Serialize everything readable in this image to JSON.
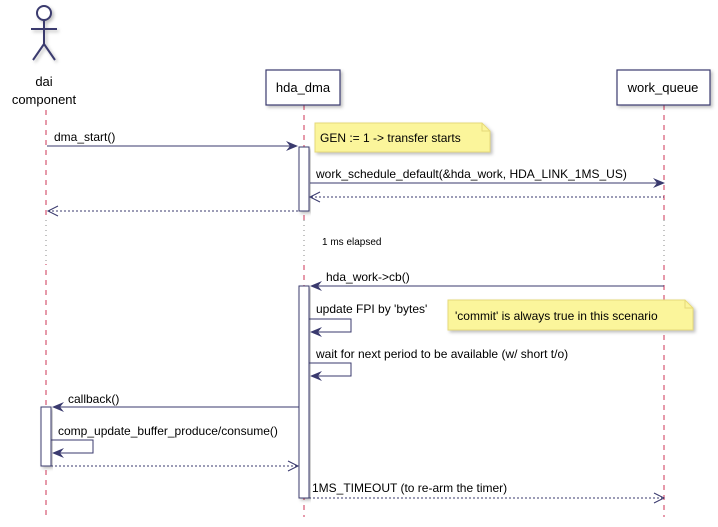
{
  "participants": {
    "dai": {
      "line1": "dai",
      "line2": "component"
    },
    "hda_dma": {
      "label": "hda_dma"
    },
    "work_queue": {
      "label": "work_queue"
    }
  },
  "messages": {
    "dma_start": "dma_start()",
    "work_schedule": "work_schedule_default(&hda_work, HDA_LINK_1MS_US)",
    "hda_work_cb": "hda_work->cb()",
    "update_fpi": "update FPI by 'bytes'",
    "wait_period": "wait for next period to be available (w/ short t/o)",
    "callback": "callback()",
    "comp_update": "comp_update_buffer_produce/consume()",
    "timeout": "1MS_TIMEOUT (to re-arm the timer)"
  },
  "notes": {
    "gen": "GEN := 1 -> transfer starts",
    "commit": "'commit' is always true in this scenario"
  },
  "divider": {
    "label": "1 ms elapsed"
  },
  "colors": {
    "lifeline": "#cc3355",
    "arrow": "#3a3a6e",
    "box_border": "#3a3a6e",
    "activation_fill": "#ffffff",
    "note_fill": "#fbf59b",
    "note_border": "#e6d97a"
  }
}
